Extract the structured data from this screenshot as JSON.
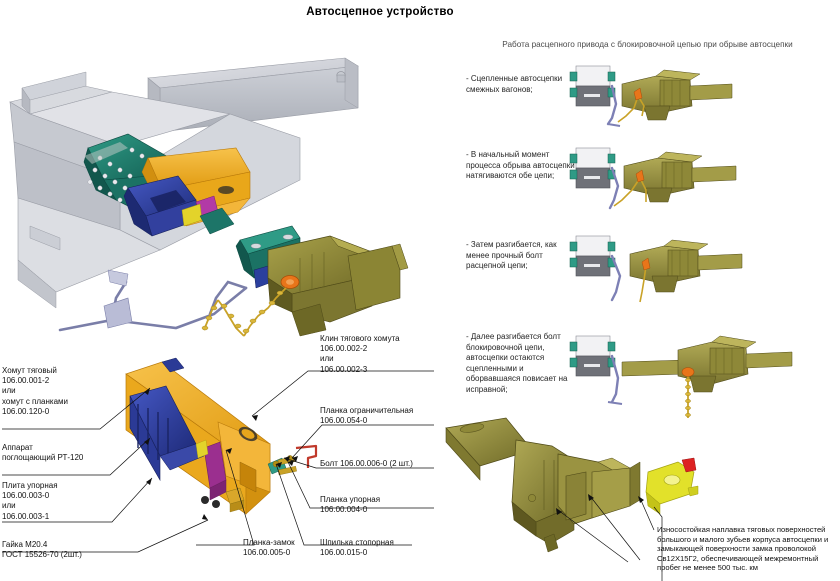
{
  "document": {
    "title": "Автосцепное устройство"
  },
  "right_panel": {
    "title": "Работа расцепного привода с блокировочной цепью при обрыве автосцепки",
    "steps": [
      {
        "id": "step-1",
        "text": "- Сцепленные автосцепки смежных вагонов;"
      },
      {
        "id": "step-2",
        "text": "- В начальный момент процесса обрыва автосцепки натягиваются обе цепи;"
      },
      {
        "id": "step-3",
        "text": "- Затем разгибается, как менее прочный болт расцепной цепи;"
      },
      {
        "id": "step-4",
        "text": "- Далее разгибается болт блокировочной цепи, автосцепки остаются сцепленными и оборвавшаяся повисает на исправной;"
      }
    ]
  },
  "callouts": {
    "yoke": "Хомут тяговый\n106.00.001-2\nили\nхомут с планками\n106.00.120-0",
    "absorber": "Аппарат\nпоглощающий РТ-120",
    "thrust_plate": "Плита упорная\n106.00.003-0\nили\n106.00.003-1",
    "nut": "Гайка М20.4\nГОСТ 15526-70 (2шт.)",
    "wedge": "Клин тягового хомута\n106.00.002-2\nили\n106.00.002-3",
    "limit_plate": "Планка ограничительная\n106.00.054-0",
    "bolt": "Болт 106.00.006-0 (2 шт.)",
    "stop_plate": "Планка упорная\n106.00.004-0",
    "lock_plate": "Планка-замок\n106.00.005-0",
    "stud": "Шпилька стопорная\n106.00.015-0"
  },
  "note": {
    "text": "Износостойкая наплавка тяговых поверхностей большого и малого зубьев корпуса автосцепки и замыкающей поверхности замка проволокой Св12Х15Г2, обеспечивающей межремонтный пробег не менее 500 тыс. км"
  },
  "colors": {
    "frame_gray": "#c9cbd2",
    "frame_gray_dark": "#a8abb4",
    "frame_gray_light": "#dedfe4",
    "yoke_teal": "#1f7a6a",
    "yoke_teal_light": "#2f9b86",
    "gear_orange": "#f0a81e",
    "gear_orange_light": "#f7c24b",
    "absorber_blue": "#2a3f9e",
    "absorber_blue_light": "#4558c4",
    "coupler_olive": "#8b8534",
    "coupler_olive_light": "#a9a24a",
    "coupler_olive_dark": "#6d6826",
    "lever_purple": "#8b8fbf",
    "chain_gold": "#c9a227",
    "lock_yellow": "#e2e12a",
    "accent_red": "#d32a2a",
    "plate_magenta": "#9b2f8f",
    "ring_orange": "#e8751a"
  }
}
